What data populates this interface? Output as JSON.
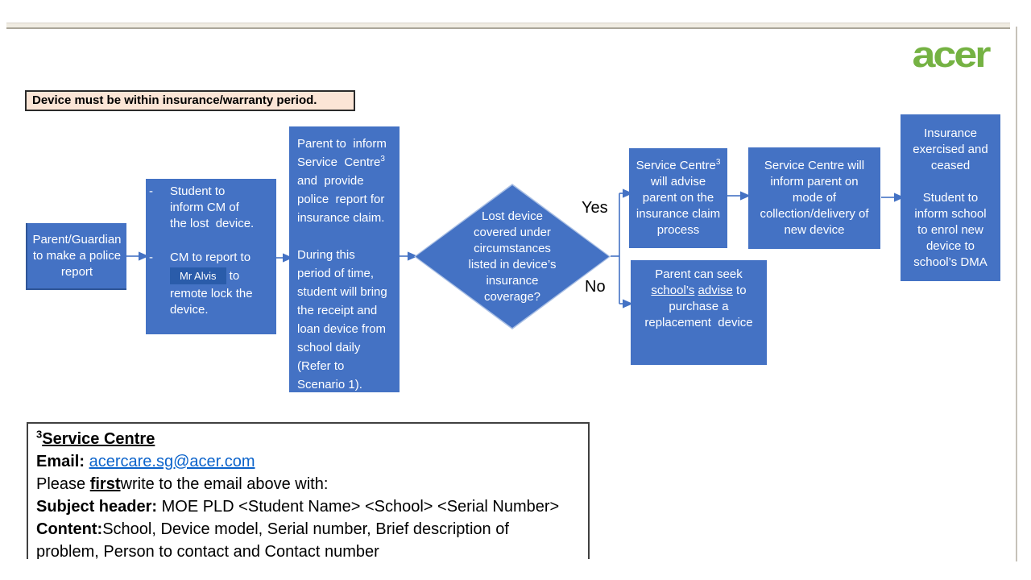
{
  "colors": {
    "box_blue": "#4472c4",
    "dark_blue": "#2a5caa",
    "banner_peach": "#fbe5d6",
    "link_blue": "#0b63cb",
    "acer_green": "#75b243"
  },
  "logo": {
    "text": "acer"
  },
  "banner": {
    "text": "Device must be within insurance/warranty period."
  },
  "flow": {
    "parent_report": "Parent/Guardian\nto make a police\nreport",
    "inform_cm": {
      "bullet": "-",
      "item1": "Student to\ninform CM of\nthe lost  device.",
      "item2_pre": "CM to report to ",
      "item2_name": "Mr Alvis",
      "item2_post": " to remote lock the device."
    },
    "service_centre": {
      "part1_pre": "Parent to  inform\nService  Centre",
      "sup": "3",
      "part1_post": "\nand  provide\npolice  report for\ninsurance claim.",
      "part2": "During this\nperiod of time,\nstudent will bring\nthe receipt and\nloan device from\nschool daily\n(Refer to\nScenario 1)."
    },
    "decision": "Lost device\ncovered under\ncircumstances\nlisted in device’s\ninsurance\ncoverage?",
    "yes": "Yes",
    "no": "No",
    "claim_process": {
      "pre": "Service Centre",
      "sup": "3",
      "post": "\nwill advise\nparent on the\ninsurance claim\nprocess"
    },
    "collection_mode": "Service Centre will\ninform parent on\nmode of\ncollection/delivery of\nnew device",
    "replacement": {
      "pre": "Parent can seek\n",
      "u1": "school’s",
      "gap": " ",
      "u2": "advise",
      "post": " to\npurchase a\nreplacement  device"
    },
    "insurance_ceased": "Insurance\nexercised and\nceased\n\nStudent to\ninform school\nto enrol new\ndevice to\nschool’s DMA"
  },
  "footnote": {
    "sup": "3",
    "title": "Service Centre",
    "email_label": "Email: ",
    "email_link": "acercare.sg@acer.com",
    "please_pre": "Please ",
    "please_bold": "first",
    "please_post": "write to the email above with:",
    "subject_label": "Subject header:",
    "subject_text": " MOE PLD <Student Name> <School> <Serial Number>",
    "content_label": "Content:",
    "content_text": "School, Device model, Serial number, Brief description of problem, Person to contact and Contact number"
  }
}
